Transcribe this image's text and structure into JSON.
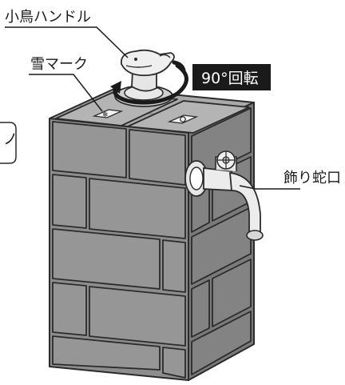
{
  "labels": {
    "handle": "小鳥ハンドル",
    "snow_mark": "雪マーク",
    "rotation": "90°回転",
    "faucet": "飾り蛇口",
    "left_box": "ノ"
  },
  "colors": {
    "brick_front": "#8d8d8d",
    "brick_side": "#7a7a7a",
    "brick_top": "#a9a9a9",
    "outline": "#2b2b2b",
    "metal": "#e6e6e6",
    "rotation_badge": "#1a1a1a"
  },
  "icons": [
    "snowflake-icon",
    "bird-handle-icon",
    "rotation-arrow-icon",
    "faucet-icon"
  ]
}
